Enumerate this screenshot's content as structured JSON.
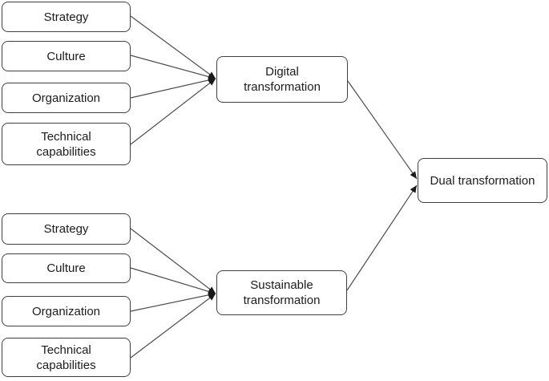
{
  "nodes": {
    "strategy_top": {
      "label": "Strategy"
    },
    "culture_top": {
      "label": "Culture"
    },
    "organization_top": {
      "label": "Organization"
    },
    "technical_top": {
      "label": "Technical capabilities"
    },
    "digital": {
      "label": "Digital transformation"
    },
    "strategy_bottom": {
      "label": "Strategy"
    },
    "culture_bottom": {
      "label": "Culture"
    },
    "organization_bottom": {
      "label": "Organization"
    },
    "technical_bottom": {
      "label": "Technical capabilities"
    },
    "sustainable": {
      "label": "Sustainable transformation"
    },
    "dual": {
      "label": "Dual transformation"
    }
  },
  "edges": [
    {
      "from": "strategy_top",
      "to": "digital"
    },
    {
      "from": "culture_top",
      "to": "digital"
    },
    {
      "from": "organization_top",
      "to": "digital"
    },
    {
      "from": "technical_top",
      "to": "digital"
    },
    {
      "from": "strategy_bottom",
      "to": "sustainable"
    },
    {
      "from": "culture_bottom",
      "to": "sustainable"
    },
    {
      "from": "organization_bottom",
      "to": "sustainable"
    },
    {
      "from": "technical_bottom",
      "to": "sustainable"
    },
    {
      "from": "digital",
      "to": "dual"
    },
    {
      "from": "sustainable",
      "to": "dual"
    }
  ],
  "colors": {
    "background": "#ffffff",
    "node_fill": "#ffffff",
    "node_border": "#404040",
    "edge_line": "#4d4d4d",
    "arrowhead": "#1a1a1a",
    "text": "#1c1c1c"
  }
}
